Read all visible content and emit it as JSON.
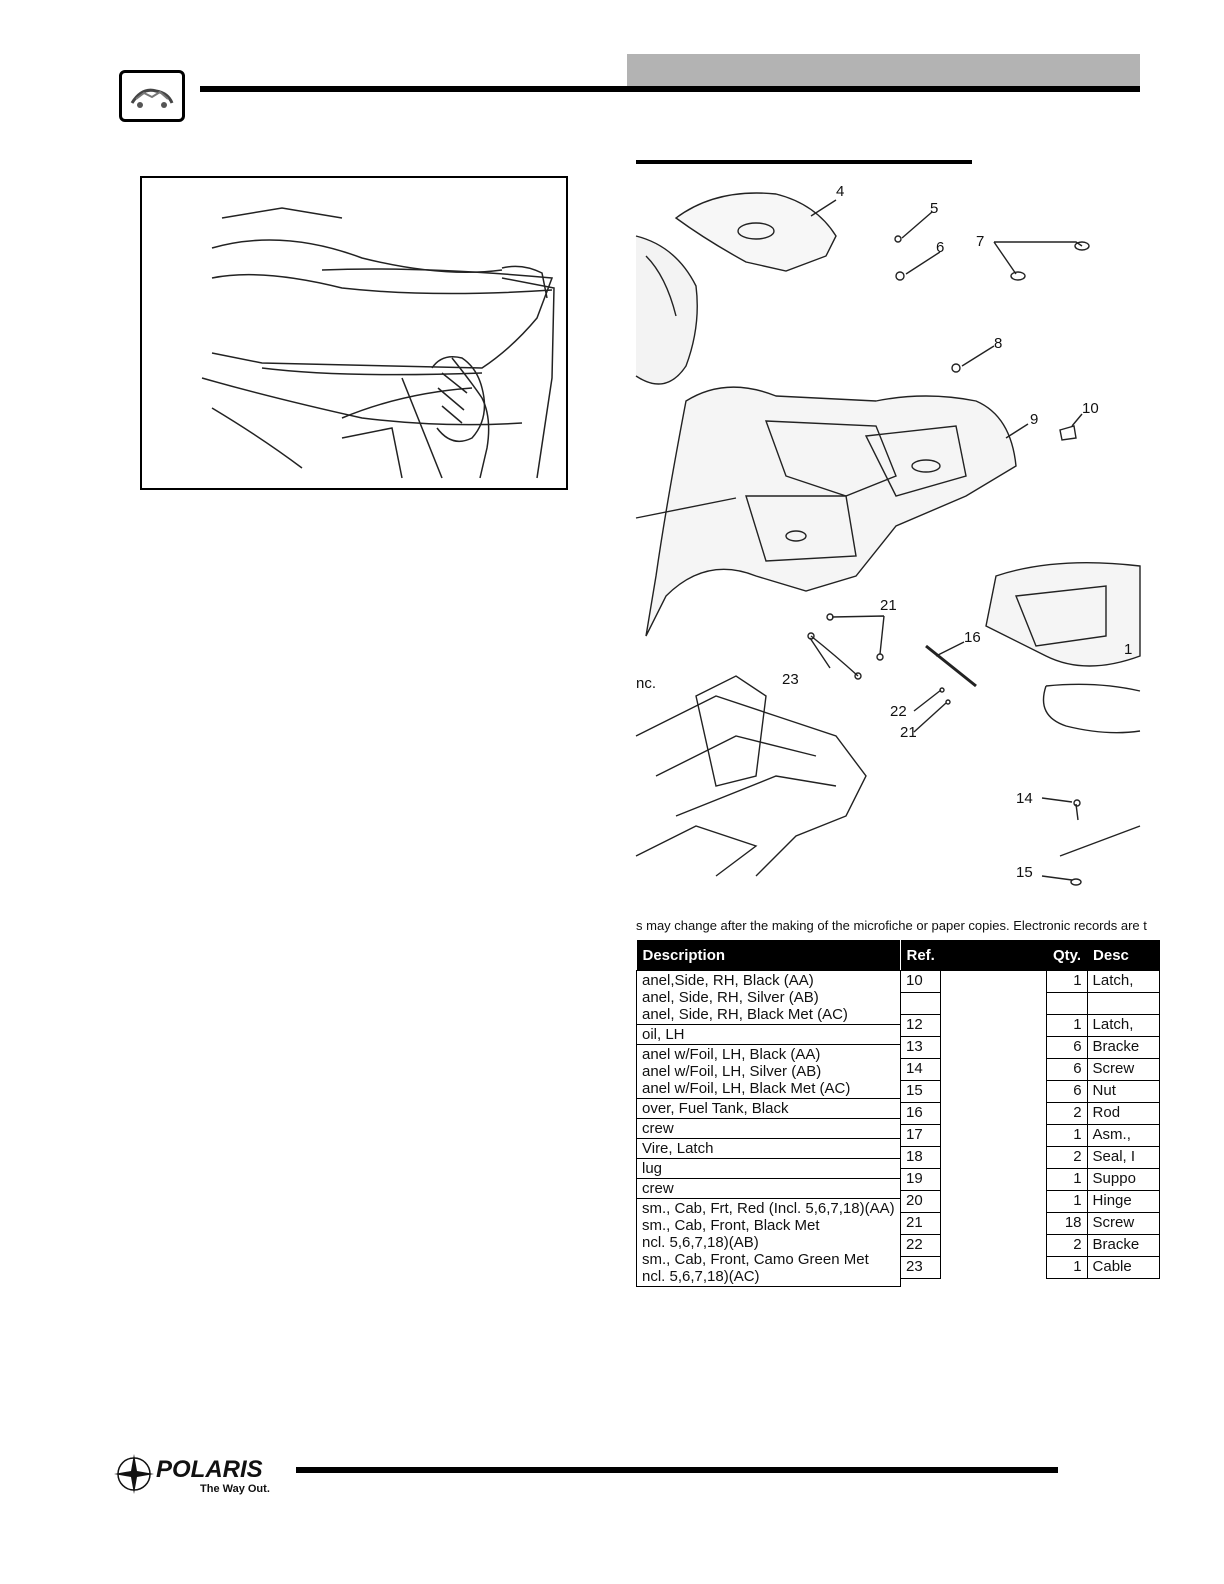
{
  "notice": "s may change after the making of the microfiche or paper copies.  Electronic records are t",
  "diagram": {
    "callouts": [
      "4",
      "5",
      "6",
      "7",
      "8",
      "9",
      "10",
      "21",
      "16",
      "1",
      "23",
      "22",
      "21",
      "14",
      "15",
      "nc."
    ]
  },
  "left_table": {
    "header": "Description",
    "rows": [
      [
        "anel,Side, RH, Black (AA)",
        "anel, Side, RH, Silver (AB)",
        "anel, Side, RH, Black Met (AC)"
      ],
      [
        "oil, LH"
      ],
      [
        "anel w/Foil, LH, Black (AA)",
        "anel w/Foil, LH, Silver (AB)",
        "anel w/Foil, LH, Black Met (AC)"
      ],
      [
        "over, Fuel Tank, Black"
      ],
      [
        "crew"
      ],
      [
        "Vire, Latch"
      ],
      [
        "lug"
      ],
      [
        "crew"
      ],
      [
        "sm., Cab, Frt, Red (Incl. 5,6,7,18)(AA)",
        "sm., Cab, Front, Black Met",
        "ncl. 5,6,7,18)(AB)",
        "sm., Cab, Front, Camo Green Met",
        "ncl. 5,6,7,18)(AC)"
      ]
    ]
  },
  "right_table": {
    "headers": [
      "Ref.",
      "Qty.",
      "Desc"
    ],
    "rows": [
      {
        "ref": "10",
        "qty": "1",
        "desc": "Latch,"
      },
      {
        "ref": "",
        "qty": "",
        "desc": ""
      },
      {
        "ref": "12",
        "qty": "1",
        "desc": "Latch,"
      },
      {
        "ref": "13",
        "qty": "6",
        "desc": "Bracke"
      },
      {
        "ref": "14",
        "qty": "6",
        "desc": "Screw"
      },
      {
        "ref": "15",
        "qty": "6",
        "desc": "Nut"
      },
      {
        "ref": "16",
        "qty": "2",
        "desc": "Rod"
      },
      {
        "ref": "17",
        "qty": "1",
        "desc": "Asm.,"
      },
      {
        "ref": "18",
        "qty": "2",
        "desc": "Seal, I"
      },
      {
        "ref": "19",
        "qty": "1",
        "desc": "Suppo"
      },
      {
        "ref": "20",
        "qty": "1",
        "desc": "Hinge"
      },
      {
        "ref": "21",
        "qty": "18",
        "desc": "Screw"
      },
      {
        "ref": "22",
        "qty": "2",
        "desc": "Bracke"
      },
      {
        "ref": "23",
        "qty": "1",
        "desc": "Cable"
      }
    ]
  },
  "footer": {
    "brand": "POLARIS",
    "tagline": "The Way Out."
  }
}
